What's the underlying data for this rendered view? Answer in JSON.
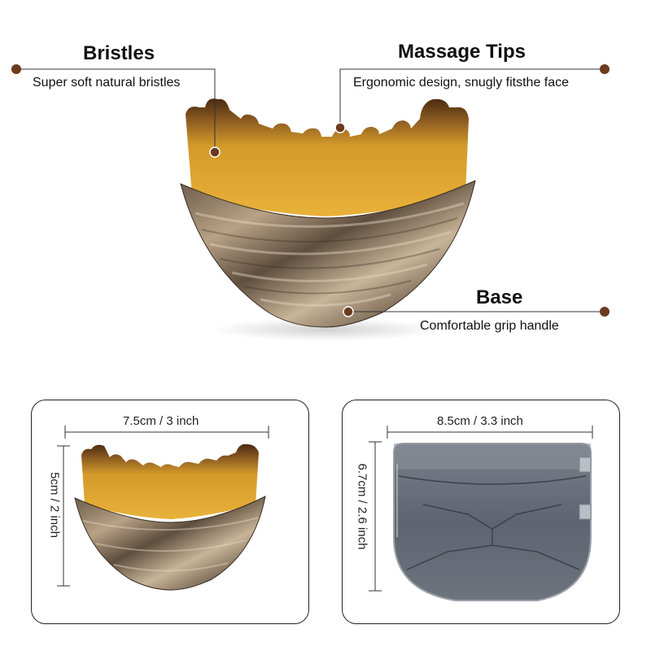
{
  "callouts": {
    "bristles": {
      "title": "Bristles",
      "desc": "Super soft natural bristles"
    },
    "massage_tips": {
      "title": "Massage Tips",
      "desc": "Ergonomic design, snugly fitsthe face"
    },
    "base": {
      "title": "Base",
      "desc": "Comfortable grip handle"
    }
  },
  "dimensions": {
    "brush": {
      "width": "7.5cm / 3 inch",
      "height": "5cm / 2 inch"
    },
    "case": {
      "width": "8.5cm / 3.3 inch",
      "height": "6.7cm / 2.6 inch"
    }
  },
  "colors": {
    "leader_dot": "#6b3a1f",
    "bristle_gold": "#d9a22a",
    "bristle_tip": "#5a3412",
    "wood_dark": "#5b4a3a",
    "wood_light": "#c9b59a",
    "case_gray": "#5e6470"
  }
}
